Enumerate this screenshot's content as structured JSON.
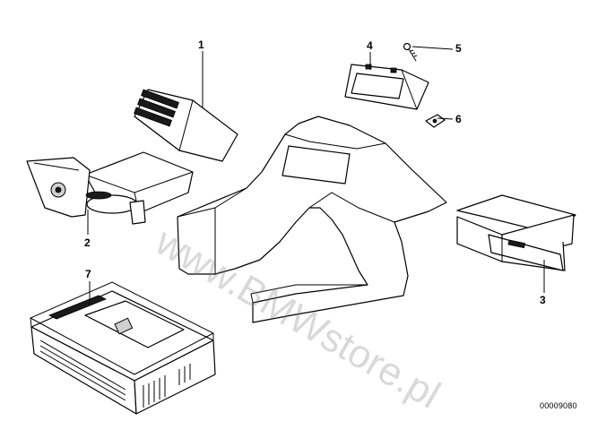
{
  "diagram": {
    "callouts": [
      "1",
      "2",
      "3",
      "4",
      "5",
      "6",
      "7"
    ],
    "reference_number": "00009080",
    "watermark": "www.BMWstore.pl"
  }
}
